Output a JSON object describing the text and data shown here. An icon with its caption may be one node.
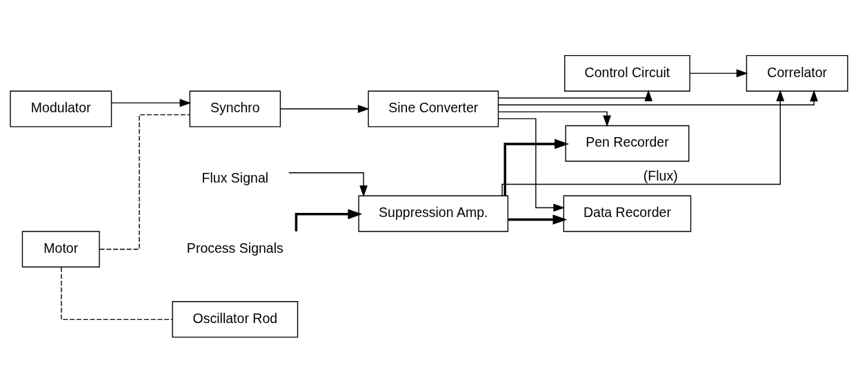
{
  "diagram": {
    "nodes": [
      {
        "text": [
          "Flux Signal"
        ]
      },
      {
        "text": [
          "Process Signals"
        ]
      },
      {
        "text": [
          "Suppression Amp."
        ]
      },
      {
        "text": [
          "Data Recorder"
        ]
      },
      {
        "text": [
          "Pen Recorder"
        ]
      },
      {
        "text": [
          "Motor"
        ]
      },
      {
        "text": [
          "Synchro"
        ]
      },
      {
        "text": [
          "Sine Converter"
        ]
      },
      {
        "text": [
          "Correlator"
        ]
      },
      {
        "text": [
          "Oscillator Rod"
        ]
      },
      {
        "text": [
          "Modulator"
        ]
      },
      {
        "text": [
          "Control Circuit"
        ]
      }
    ],
    "edges": [
      {
        "from": 0,
        "to": 2,
        "arrow": "to"
      },
      {
        "from": 1,
        "to": 2,
        "arrow": "to",
        "style": "thick"
      },
      {
        "from": 2,
        "to": 3,
        "arrow": "to",
        "style": "thick"
      },
      {
        "from": 2,
        "to": 4,
        "arrow": "to",
        "style": "thick"
      },
      {
        "from": 2,
        "to": 8,
        "arrow": "to",
        "label": "(Flux)"
      },
      {
        "from": 7,
        "to": 8,
        "arrow": "to"
      },
      {
        "from": 7,
        "to": 4,
        "arrow": "to"
      },
      {
        "from": 7,
        "to": 3,
        "arrow": "to"
      },
      {
        "from": 5,
        "to": 6,
        "arrow": "none",
        "style": "dashed"
      },
      {
        "from": 5,
        "to": 9,
        "arrow": "none",
        "style": "dashed"
      },
      {
        "from": 10,
        "to": 6,
        "arrow": "to"
      },
      {
        "from": 6,
        "to": 7,
        "arrow": "to"
      },
      {
        "from": 7,
        "to": 11,
        "arrow": "to"
      },
      {
        "from": 11,
        "to": 8,
        "arrow": "to"
      }
    ]
  }
}
